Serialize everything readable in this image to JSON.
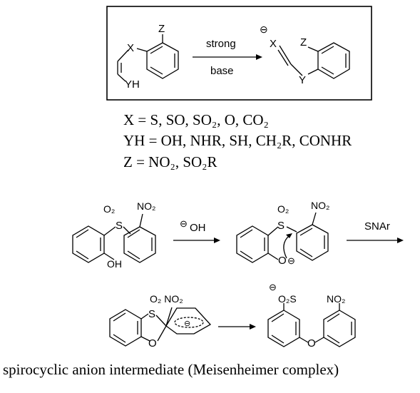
{
  "scheme": {
    "labels": {
      "z": "Z",
      "x": "X",
      "yh": "YH",
      "strong": "strong",
      "base": "base",
      "x2": "X",
      "z2": "Z",
      "y2": "Y",
      "minus": "⊖"
    }
  },
  "definitions": {
    "x": "X = S, SO, SO₂, O, CO₂",
    "yh": "YH = OH, NHR, SH, CH₂R, CONHR",
    "z": "Z = NO₂, SO₂R"
  },
  "mechanism": {
    "m1": {
      "o2": "O₂",
      "s": "S",
      "no2": "NO₂",
      "oh": "OH"
    },
    "reagent": {
      "minus": "⊖",
      "oh": "OH"
    },
    "m2": {
      "o2": "O₂",
      "s": "S",
      "no2": "NO₂",
      "o": "O",
      "minus": "⊖"
    },
    "snar": "SNAr",
    "m3": {
      "s": "S",
      "o2no2": "O₂ NO₂",
      "o": "O",
      "minus": "⊖"
    },
    "m4": {
      "minus": "⊖",
      "o2s": "O₂S",
      "no2": "NO₂",
      "o": "O"
    }
  },
  "caption": "spirocyclic anion intermediate (Meisenheimer complex)"
}
